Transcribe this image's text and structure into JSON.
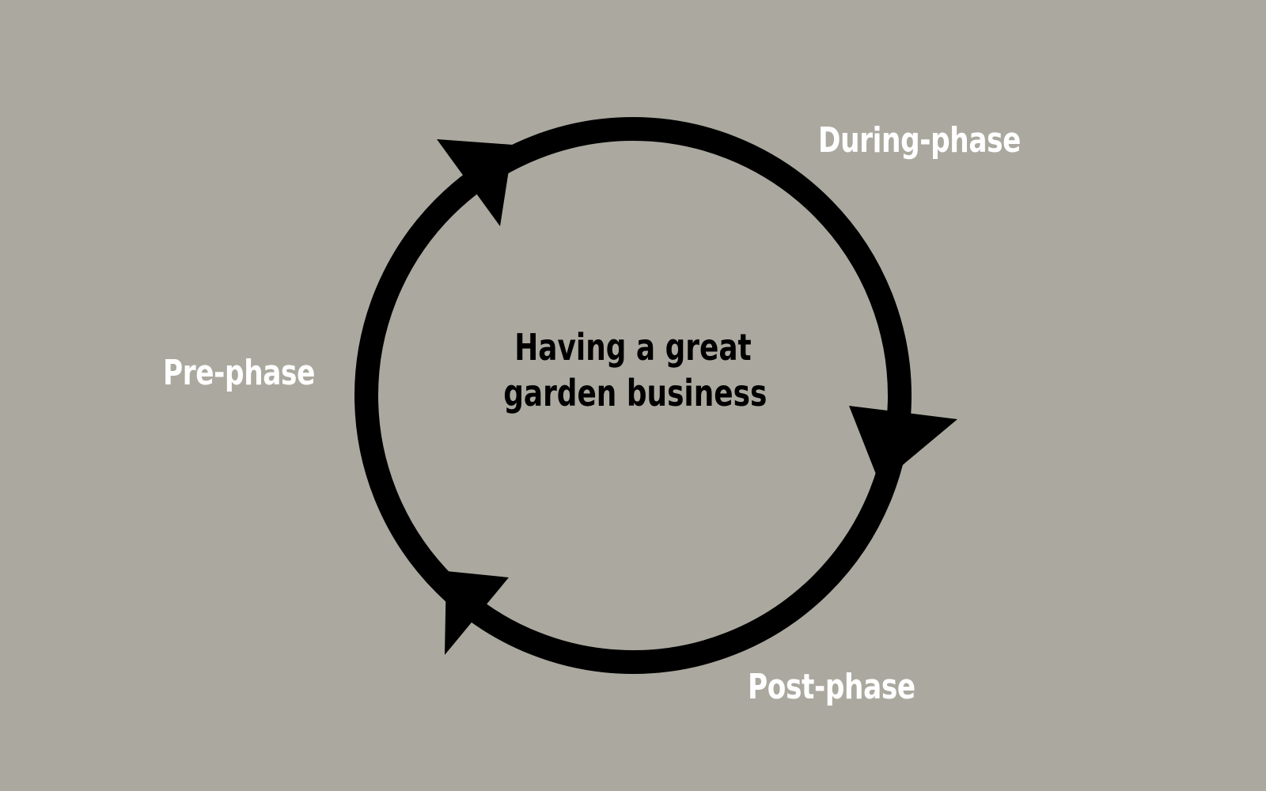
{
  "diagram": {
    "center": {
      "line1": "Having a great",
      "line2": "garden business"
    },
    "phases": {
      "during": "During-phase",
      "pre": "Pre-phase",
      "post": "Post-phase"
    },
    "colors": {
      "background": "#aba99f",
      "ring": "#000000",
      "label": "#ffffff",
      "center_text": "#000000"
    }
  }
}
